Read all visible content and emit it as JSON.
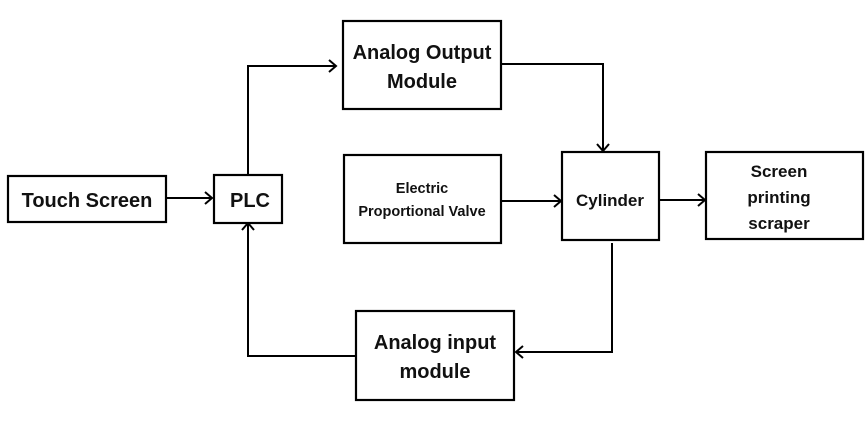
{
  "diagram": {
    "type": "block-diagram",
    "nodes": [
      {
        "id": "touch_screen",
        "lines": [
          "Touch Screen"
        ]
      },
      {
        "id": "plc",
        "lines": [
          "PLC"
        ]
      },
      {
        "id": "analog_output",
        "lines": [
          "Analog Output",
          "Module"
        ]
      },
      {
        "id": "valve",
        "lines": [
          "Electric",
          "Proportional Valve"
        ]
      },
      {
        "id": "cylinder",
        "lines": [
          "Cylinder"
        ]
      },
      {
        "id": "scraper",
        "lines": [
          "Screen",
          "printing",
          "scraper"
        ]
      },
      {
        "id": "analog_input",
        "lines": [
          "Analog input",
          "module"
        ]
      }
    ],
    "edges": [
      {
        "from": "touch_screen",
        "to": "plc"
      },
      {
        "from": "plc",
        "to": "analog_output"
      },
      {
        "from": "analog_output",
        "to": "cylinder"
      },
      {
        "from": "valve",
        "to": "cylinder"
      },
      {
        "from": "cylinder",
        "to": "scraper"
      },
      {
        "from": "cylinder",
        "to": "analog_input"
      },
      {
        "from": "analog_input",
        "to": "plc"
      }
    ]
  }
}
